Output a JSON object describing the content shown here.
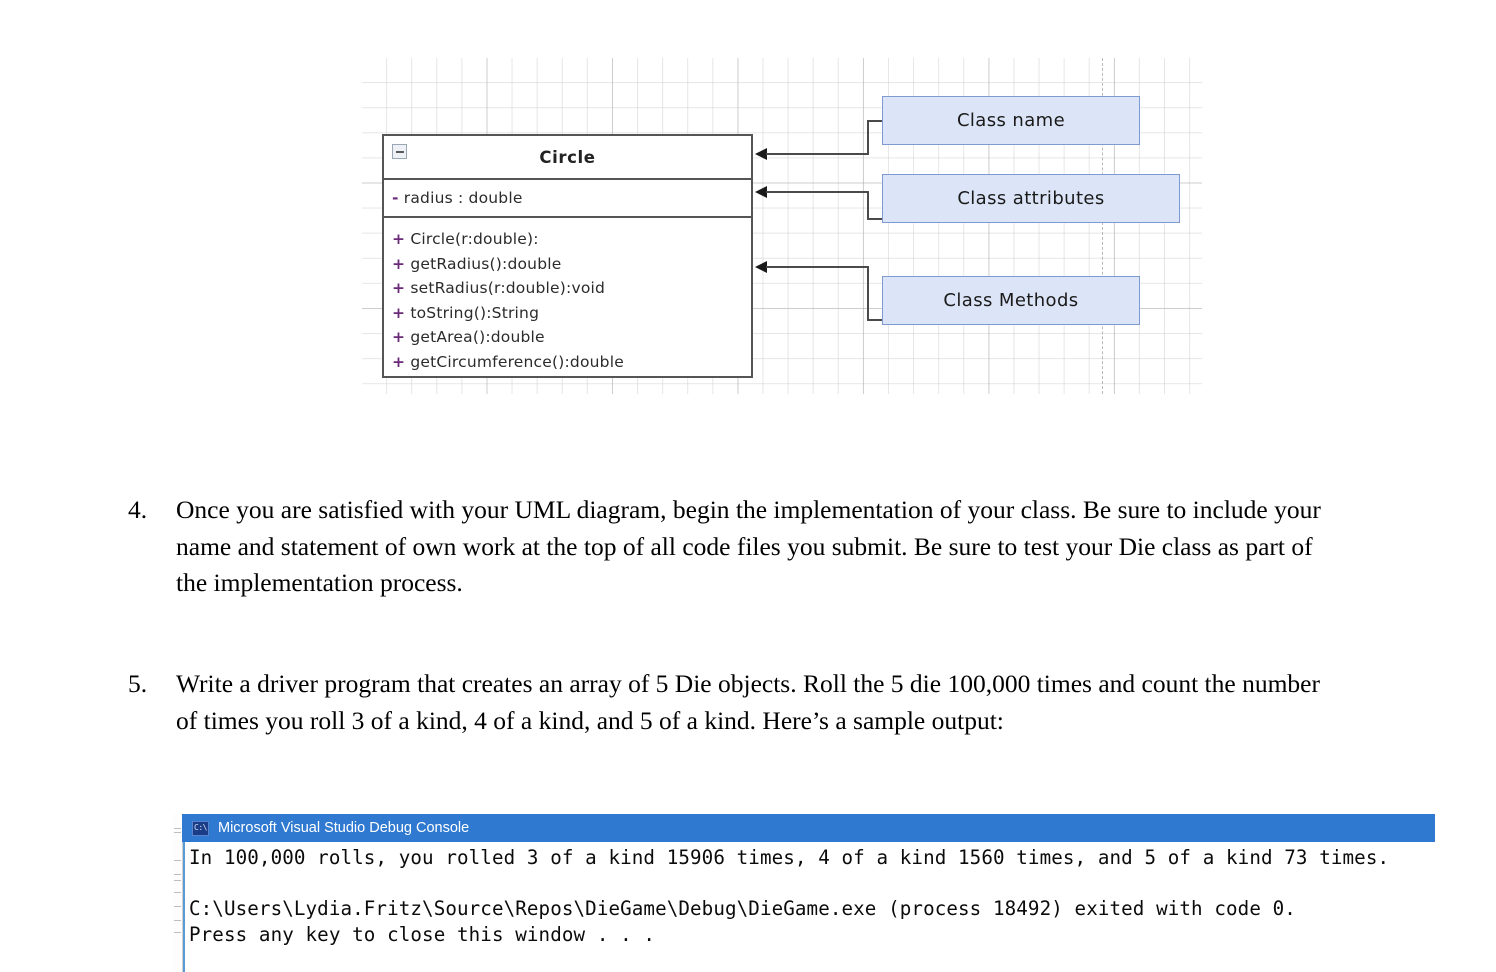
{
  "figure": {
    "uml": {
      "collapse_icon": "minus-box-icon",
      "class_name": "Circle",
      "attributes": [
        {
          "visibility": "-",
          "text": " radius : double"
        }
      ],
      "methods": [
        {
          "visibility": "+",
          "text": " Circle(r:double):"
        },
        {
          "visibility": "+",
          "text": " getRadius():double"
        },
        {
          "visibility": "+",
          "text": " setRadius(r:double):void"
        },
        {
          "visibility": "+",
          "text": " toString():String"
        },
        {
          "visibility": "+",
          "text": " getArea():double"
        },
        {
          "visibility": "+",
          "text": " getCircumference():double"
        }
      ]
    },
    "callouts": [
      {
        "label": "Class name"
      },
      {
        "label": "Class attributes"
      },
      {
        "label": "Class Methods"
      }
    ],
    "colors": {
      "callout_fill": "#dce5f7",
      "callout_border": "#7e9ad0",
      "uml_border": "#555555",
      "grid_line": "#c8c8c8",
      "connector": "#4a4a4a"
    }
  },
  "list_items": [
    {
      "number": "4.",
      "text": "Once you are satisfied with your UML diagram, begin the implementation of your class. Be sure to include your name and statement of own work at the top of all code files you submit. Be sure to test your Die class as part of the implementation process."
    },
    {
      "number": "5.",
      "text": "Write a driver program that creates an array of 5 Die objects. Roll the 5 die 100,000 times and count the number of times you roll 3 of a kind, 4 of a kind, and 5 of a kind. Here’s a sample output:"
    }
  ],
  "console": {
    "icon": "console-app-icon",
    "title": "Microsoft Visual Studio Debug Console",
    "titlebar_color": "#2f79d0",
    "lines": [
      "In 100,000 rolls, you rolled 3 of a kind 15906 times, 4 of a kind 1560 times, and 5 of a kind 73 times.",
      "",
      "C:\\Users\\Lydia.Fritz\\Source\\Repos\\DieGame\\Debug\\DieGame.exe (process 18492) exited with code 0.",
      "Press any key to close this window . . ."
    ]
  }
}
